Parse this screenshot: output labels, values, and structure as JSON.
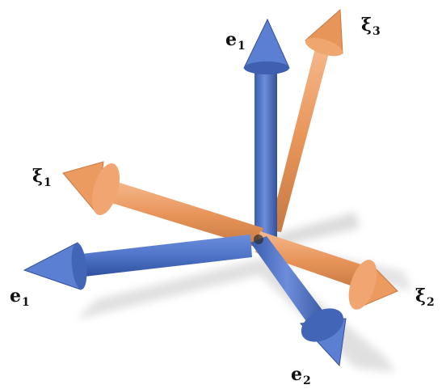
{
  "colors": {
    "blue": "#4f74c9",
    "blue_dark": "#2f4f9c",
    "blue_light": "#7f9be0",
    "orange": "#e8955a",
    "orange_dark": "#b86a34",
    "orange_light": "#f5b88c",
    "shadow": "#d8d8d8"
  },
  "labels": {
    "e_top": {
      "base": "e",
      "sub": "1"
    },
    "e_left": {
      "base": "e",
      "sub": "1"
    },
    "e_bottom": {
      "base": "e",
      "sub": "2"
    },
    "xi_top": {
      "base": "ξ",
      "sub": "3"
    },
    "xi_left": {
      "base": "ξ",
      "sub": "1"
    },
    "xi_right": {
      "base": "ξ",
      "sub": "2"
    }
  }
}
